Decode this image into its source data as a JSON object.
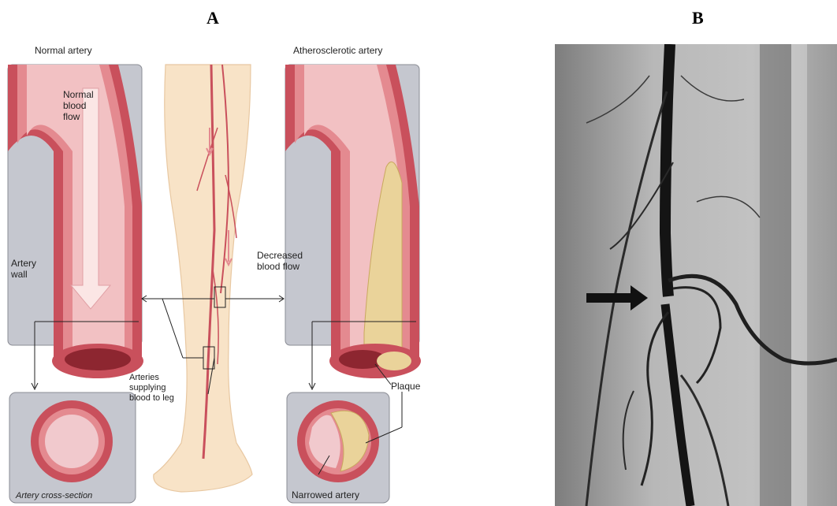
{
  "panels": {
    "a_letter": "A",
    "b_letter": "B"
  },
  "illustration": {
    "normal_artery_title": "Normal artery",
    "athero_artery_title": "Atherosclerotic artery",
    "normal_blood_flow": [
      "Normal",
      "blood",
      "flow"
    ],
    "artery_wall": [
      "Artery",
      "wall"
    ],
    "decreased_blood_flow": [
      "Decreased",
      "blood flow"
    ],
    "arteries_supplying": [
      "Arteries",
      "supplying",
      "blood to leg"
    ],
    "plaque": "Plaque",
    "artery_cross_section": "Artery cross-section",
    "narrowed_artery": "Narrowed artery"
  },
  "colors": {
    "artery_wall": "#c9505c",
    "artery_inner": "#e9a3a7",
    "artery_lumen": "#f6d4d4",
    "box_bg": "#c5c7cf",
    "plaque": "#ead39a",
    "skin": "#f8e3c7",
    "angio_bg": "#8e8e8e"
  }
}
